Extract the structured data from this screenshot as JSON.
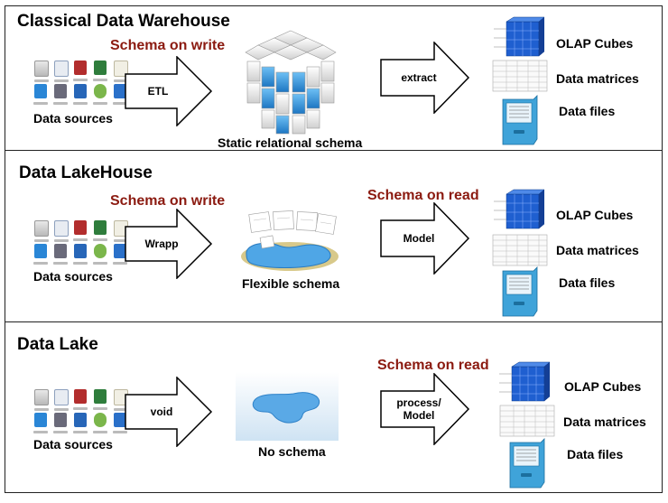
{
  "sections": [
    {
      "title": "Classical Data Warehouse",
      "schema_label": "Schema on write",
      "sources_label": "Data sources",
      "arrow1_label": "ETL",
      "store_label": "Static relational schema",
      "arrow2_label": "extract",
      "outputs": [
        "OLAP Cubes",
        "Data matrices",
        "Data files"
      ]
    },
    {
      "title": "Data LakeHouse",
      "schema_label": "Schema on write",
      "schema2_label": "Schema on read",
      "sources_label": "Data sources",
      "arrow1_label": "Wrapp",
      "store_label": "Flexible schema",
      "arrow2_label": "Model",
      "outputs": [
        "OLAP Cubes",
        "Data matrices",
        "Data files"
      ]
    },
    {
      "title": "Data Lake",
      "schema2_label": "Schema on read",
      "sources_label": "Data sources",
      "arrow1_label": "void",
      "store_label": "No schema",
      "arrow2_label_line1": "process/",
      "arrow2_label_line2": "Model",
      "outputs": [
        "OLAP Cubes",
        "Data matrices",
        "Data files"
      ]
    }
  ],
  "colors": {
    "schema_text": "#8b1a10",
    "cube_white": "#f2f2f2",
    "cube_blue": "#2b8fd8",
    "lake_blue": "#5aa9e6",
    "olap_blue": "#1f5fd0",
    "file_cabinet": "#3fa3d9"
  },
  "icons": [
    "database-icon",
    "pdf-icon",
    "access-icon",
    "excel-icon",
    "document-icon",
    "windows-icon",
    "powerpoint-icon",
    "outlook-icon",
    "maps-icon",
    "sap-icon"
  ]
}
